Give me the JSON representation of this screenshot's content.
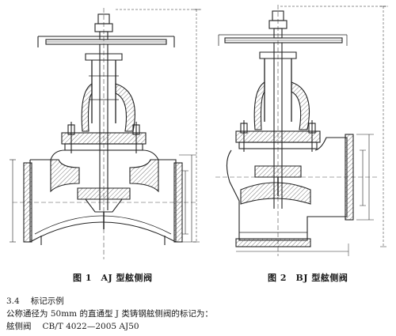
{
  "figures": [
    {
      "caption": "图 1　AJ 型舷侧阀",
      "stroke_color": "#222222",
      "hatch_color": "#555555"
    },
    {
      "caption": "图 2　BJ 型舷侧阀",
      "stroke_color": "#222222",
      "hatch_color": "#555555"
    }
  ],
  "section": {
    "number": "3.4",
    "title": "标记示例",
    "description": "公称通径为 50mm 的直通型 J 类铸钢舷侧阀的标记为：",
    "mark_name": "舷侧阀",
    "mark_code": "CB/T 4022—2005  AJ50"
  }
}
